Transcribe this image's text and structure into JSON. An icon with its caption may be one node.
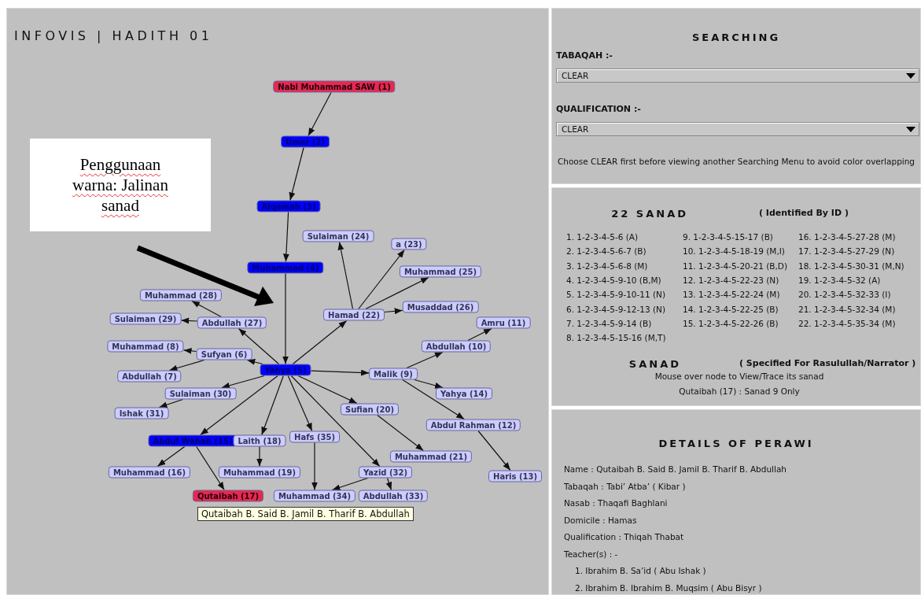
{
  "diagram": {
    "title": "INFOVIS | HADITH 01",
    "nodes": [
      {
        "text": [
          "Nabi Muhammad SAW  (1)"
        ]
      },
      {
        "text": [
          "Umar (2)"
        ]
      },
      {
        "text": [
          "Alqamah (3)"
        ]
      },
      {
        "text": [
          "Muhammad (4)"
        ]
      },
      {
        "text": [
          "Yahya (5)"
        ]
      },
      {
        "text": [
          "Sufyan (6)"
        ]
      },
      {
        "text": [
          "Abdullah (7)"
        ]
      },
      {
        "text": [
          "Muhammad (8)"
        ]
      },
      {
        "text": [
          "Malik (9)"
        ]
      },
      {
        "text": [
          "Abdullah (10)"
        ]
      },
      {
        "text": [
          "Amru (11)"
        ]
      },
      {
        "text": [
          "Abdul Rahman (12)"
        ]
      },
      {
        "text": [
          "Haris (13)"
        ]
      },
      {
        "text": [
          "Yahya (14)"
        ]
      },
      {
        "text": [
          "Abdul Wahab (15)"
        ]
      },
      {
        "text": [
          "Muhammad (16)"
        ]
      },
      {
        "text": [
          "Qutaibah (17)"
        ]
      },
      {
        "text": [
          "Laith (18)"
        ]
      },
      {
        "text": [
          "Muhammad (19)"
        ]
      },
      {
        "text": [
          "Sufian (20)"
        ]
      },
      {
        "text": [
          "Muhammad (21)"
        ]
      },
      {
        "text": [
          "Hamad (22)"
        ]
      },
      {
        "text": [
          "a (23)"
        ]
      },
      {
        "text": [
          "Sulaiman (24)"
        ]
      },
      {
        "text": [
          "Muhammad (25)"
        ]
      },
      {
        "text": [
          "Musaddad (26)"
        ]
      },
      {
        "text": [
          "Abdullah (27)"
        ]
      },
      {
        "text": [
          "Muhammad (28)"
        ]
      },
      {
        "text": [
          "Sulaiman (29)"
        ]
      },
      {
        "text": [
          "Sulaiman (30)"
        ]
      },
      {
        "text": [
          "Ishak (31)"
        ]
      },
      {
        "text": [
          "Yazid (32)"
        ]
      },
      {
        "text": [
          "Abdullah (33)"
        ]
      },
      {
        "text": [
          "Muhammad (34)"
        ]
      },
      {
        "text": [
          "Hafs (35)"
        ]
      },
      {
        "text": [
          "Penggunaan warna: Jalinan sanad"
        ]
      }
    ],
    "edges": [
      {
        "from": 0,
        "to": 1,
        "arrow": "to"
      },
      {
        "from": 1,
        "to": 2,
        "arrow": "to"
      },
      {
        "from": 2,
        "to": 3,
        "arrow": "to"
      },
      {
        "from": 3,
        "to": 4,
        "arrow": "to"
      },
      {
        "from": 4,
        "to": 5,
        "arrow": "to"
      },
      {
        "from": 5,
        "to": 6,
        "arrow": "to"
      },
      {
        "from": 5,
        "to": 7,
        "arrow": "to"
      },
      {
        "from": 4,
        "to": 8,
        "arrow": "to"
      },
      {
        "from": 8,
        "to": 9,
        "arrow": "to"
      },
      {
        "from": 9,
        "to": 10,
        "arrow": "to"
      },
      {
        "from": 8,
        "to": 11,
        "arrow": "to"
      },
      {
        "from": 11,
        "to": 12,
        "arrow": "to"
      },
      {
        "from": 8,
        "to": 13,
        "arrow": "to"
      },
      {
        "from": 4,
        "to": 14,
        "arrow": "to"
      },
      {
        "from": 14,
        "to": 15,
        "arrow": "to"
      },
      {
        "from": 14,
        "to": 16,
        "arrow": "to"
      },
      {
        "from": 4,
        "to": 17,
        "arrow": "to"
      },
      {
        "from": 17,
        "to": 18,
        "arrow": "to"
      },
      {
        "from": 4,
        "to": 19,
        "arrow": "to"
      },
      {
        "from": 19,
        "to": 20,
        "arrow": "to"
      },
      {
        "from": 4,
        "to": 21,
        "arrow": "to"
      },
      {
        "from": 21,
        "to": 22,
        "arrow": "to"
      },
      {
        "from": 21,
        "to": 23,
        "arrow": "to"
      },
      {
        "from": 21,
        "to": 24,
        "arrow": "to"
      },
      {
        "from": 21,
        "to": 25,
        "arrow": "to"
      },
      {
        "from": 4,
        "to": 26,
        "arrow": "to"
      },
      {
        "from": 26,
        "to": 27,
        "arrow": "to"
      },
      {
        "from": 26,
        "to": 28,
        "arrow": "to"
      },
      {
        "from": 4,
        "to": 29,
        "arrow": "to"
      },
      {
        "from": 29,
        "to": 30,
        "arrow": "to"
      },
      {
        "from": 4,
        "to": 31,
        "arrow": "to"
      },
      {
        "from": 31,
        "to": 32,
        "arrow": "to"
      },
      {
        "from": 31,
        "to": 33,
        "arrow": "to"
      },
      {
        "from": 4,
        "to": 34,
        "arrow": "to"
      },
      {
        "from": 34,
        "to": 33,
        "arrow": "to"
      }
    ],
    "labels": [
      "SEARCHING",
      "TABAQAH :-",
      "CLEAR",
      "QUALIFICATION :-",
      "CLEAR",
      "Choose CLEAR first before viewing another Searching Menu to avoid color overlapping",
      "22 SANAD",
      "( Identified By ID )",
      "1. 1-2-3-4-5-6 (A)",
      "9. 1-2-3-4-5-15-17 (B)",
      "16. 1-2-3-4-5-27-28 (M)",
      "2. 1-2-3-4-5-6-7 (B)",
      "10. 1-2-3-4-5-18-19 (M,I)",
      "17. 1-2-3-4-5-27-29 (N)",
      "3. 1-2-3-4-5-6-8 (M)",
      "11. 1-2-3-4-5-20-21 (B,D)",
      "18. 1-2-3-4-5-30-31 (M,N)",
      "4. 1-2-3-4-5-9-10 (B,M)",
      "12. 1-2-3-4-5-22-23 (N)",
      "19. 1-2-3-4-5-32 (A)",
      "5. 1-2-3-4-5-9-10-11 (N)",
      "13. 1-2-3-4-5-22-24 (M)",
      "20. 1-2-3-4-5-32-33 (I)",
      "6. 1-2-3-4-5-9-12-13 (N)",
      "14. 1-2-3-4-5-22-25 (B)",
      "21. 1-2-3-4-5-32-34 (M)",
      "7. 1-2-3-4-5-9-14 (B)",
      "15. 1-2-3-4-5-22-26 (B)",
      "22. 1-2-3-4-5-35-34 (M)",
      "8. 1-2-3-4-5-15-16 (M,T)",
      "SANAD",
      "( Specified For Rasulullah/Narrator )",
      "Mouse over node to View/Trace its sanad",
      "Qutaibah (17) : Sanad 9 Only",
      "DETAILS OF PERAWI",
      "Name : Qutaibah B. Said B. Jamil B. Tharif B. Abdullah",
      "Tabaqah : Tabi’ Atba’ ( Kibar )",
      "Nasab : Thaqafi Baghlani",
      "Domicile : Hamas",
      "Qualification : Thiqah Thabat",
      "Teacher(s) : -",
      "1. Ibrahim B. Sa’id ( Abu Ishak )",
      "2. Ibrahim B. Ibrahim B. Muqsim ( Abu Bisyr )",
      "Qutaibah B. Said B. Jamil B. Tharif B. Abdullah"
    ]
  }
}
